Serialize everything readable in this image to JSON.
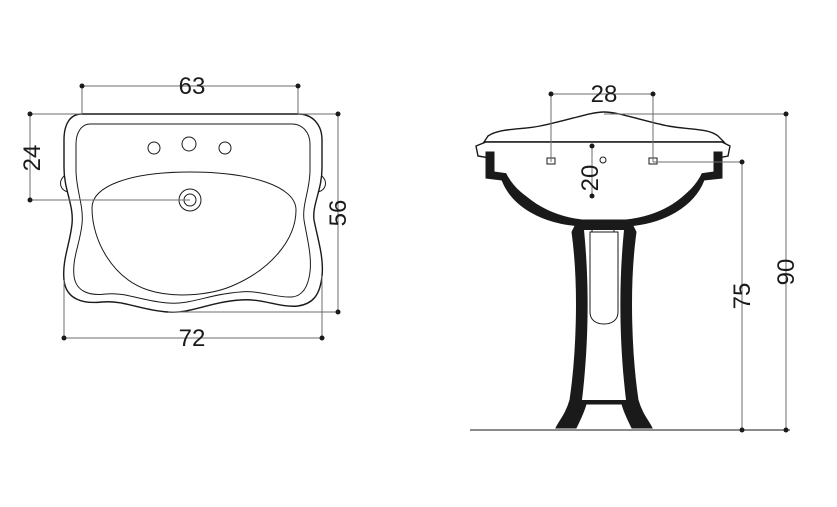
{
  "dimensions": {
    "top_view_inner_width": "63",
    "top_view_faucet_offset": "24",
    "top_view_overall_width": "72",
    "top_view_depth": "56",
    "side_view_faucet_spacing": "28",
    "side_view_rim_offset": "20",
    "side_view_rim_height": "75",
    "side_view_total_height": "90"
  },
  "colors": {
    "line": "#1a1a1a",
    "dimension_line": "#6e6e6e",
    "background": "#ffffff"
  }
}
